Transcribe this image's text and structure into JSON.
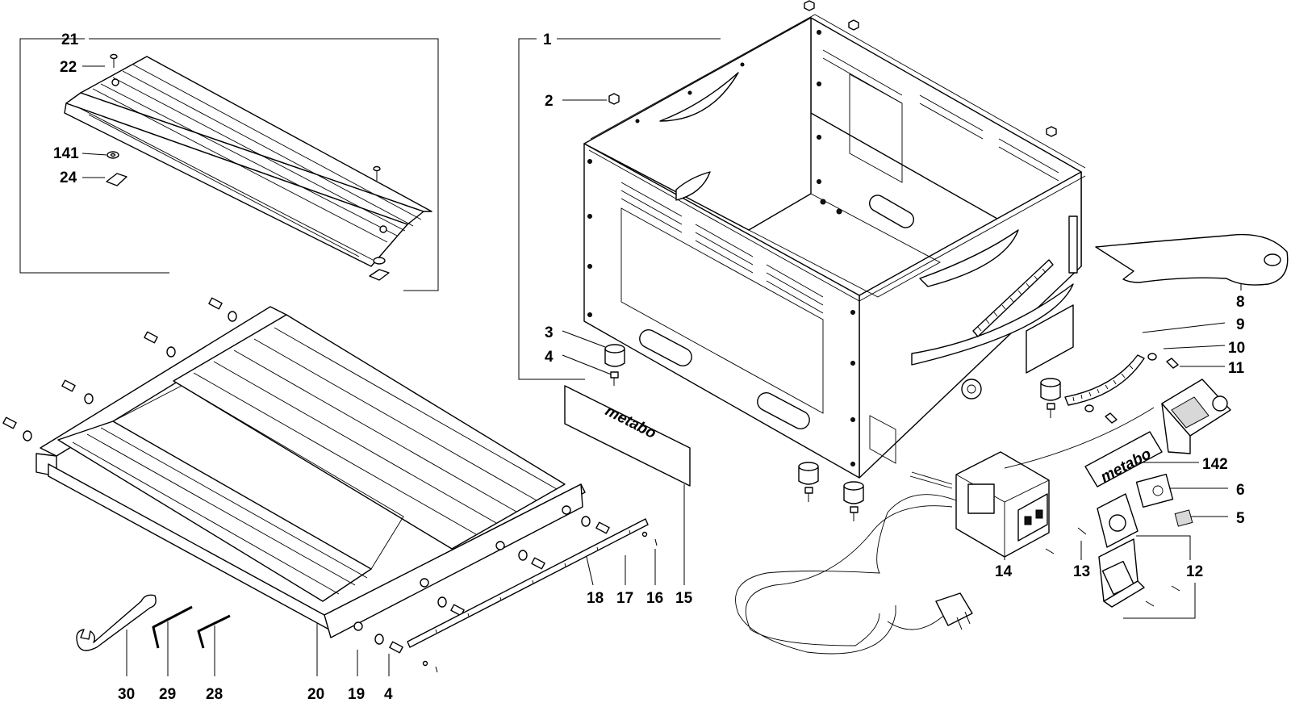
{
  "labels": {
    "n1": "1",
    "n2": "2",
    "n3": "3",
    "n4a": "4",
    "n4b": "4",
    "n5": "5",
    "n6": "6",
    "n8": "8",
    "n9": "9",
    "n10": "10",
    "n11": "11",
    "n12": "12",
    "n13": "13",
    "n14": "14",
    "n15": "15",
    "n16": "16",
    "n17": "17",
    "n18": "18",
    "n19": "19",
    "n20": "20",
    "n21": "21",
    "n22": "22",
    "n24": "24",
    "n28": "28",
    "n29": "29",
    "n30": "30",
    "n141": "141",
    "n142": "142"
  },
  "brand": {
    "logo_text": "metabo",
    "logo_text_small": "metabo"
  },
  "colors": {
    "line": "#000000",
    "background": "#ffffff",
    "fill_light": "#d8d8d8"
  }
}
